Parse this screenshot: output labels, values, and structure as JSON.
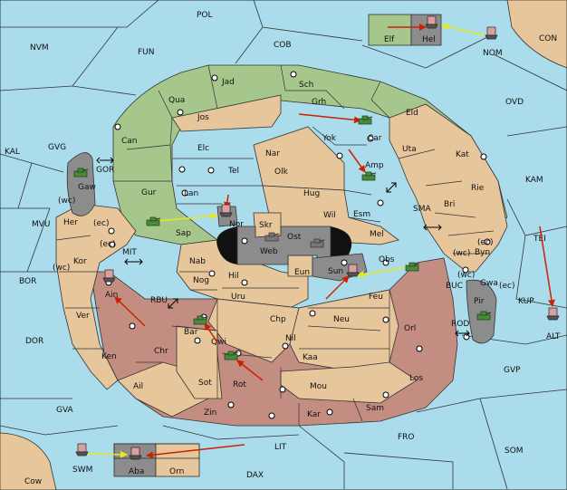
{
  "colors": {
    "sea": "#aadcec",
    "green": "#a6c78c",
    "tan": "#e6c69a",
    "red": "#c48d82",
    "gray": "#8c8c8c",
    "black": "#111111",
    "move_arrow": "#cc2200",
    "support_arrow": "#e8e820"
  },
  "regions": {
    "pol": "POL",
    "nvm": "NVM",
    "fun": "FUN",
    "cob": "COB",
    "con": "CON",
    "nom": "NOM",
    "ovd": "OVD",
    "kam": "KAM",
    "tei": "TEI",
    "kup": "KUP",
    "alt": "ALT",
    "gvp": "GVP",
    "som": "SOM",
    "fro": "FRO",
    "dax": "DAX",
    "lit": "LIT",
    "gva": "GVA",
    "cow": "Cow",
    "swm": "SWM",
    "dor": "DOR",
    "bor": "BOR",
    "mvu": "MVU",
    "kal": "KAL",
    "gvg": "GVG",
    "gor": "GOR",
    "mit": "MIT",
    "rbu": "RBU",
    "sma": "SMA",
    "buc": "BUC",
    "rod": "ROD",
    "elf": "Elf",
    "hel": "Hel",
    "jad": "Jad",
    "sch": "Sch",
    "qua": "Qua",
    "jos": "Jos",
    "grh": "Grh",
    "eld": "Eld",
    "can": "Can",
    "elc": "Elc",
    "nar": "Nar",
    "yok": "Yok",
    "car": "Car",
    "uta": "Uta",
    "kat": "Kat",
    "gaw": "Gaw",
    "tel": "Tel",
    "olk": "Olk",
    "amp": "Amp",
    "gur": "Gur",
    "lan": "Lan",
    "hug": "Hug",
    "rie": "Rie",
    "bri": "Bri",
    "wc1": "(wc)",
    "her": "Her",
    "ec1": "(ec)",
    "nor": "Nor",
    "wil": "Wil",
    "esm": "Esm",
    "sap": "Sap",
    "skr": "Skr",
    "ost": "Ost",
    "web": "Web",
    "mel": "Mel",
    "ec2": "(ec)",
    "wc2": "(wc)",
    "byn": "Byn",
    "ec3": "(ec)",
    "kor": "Kor",
    "ec4": "(ec)",
    "nab": "Nab",
    "obs": "Obs",
    "wc3": "(wc)",
    "eun": "Eun",
    "sun": "Sun",
    "wc4": "(wc)",
    "gwa": "Gwa",
    "ec5": "(ec)",
    "hil": "Hil",
    "nog": "Nog",
    "ain": "Ain",
    "uru": "Uru",
    "feu": "Feu",
    "pir": "Pir",
    "ver": "Ver",
    "chp": "Chp",
    "neu": "Neu",
    "orl": "Orl",
    "bar": "Bar",
    "qwi": "Qwi",
    "nil": "Nil",
    "ken": "Ken",
    "chr": "Chr",
    "kaa": "Kaa",
    "los": "Los",
    "ail": "Ail",
    "sot": "Sot",
    "rot": "Rot",
    "mou": "Mou",
    "zin": "Zin",
    "kar": "Kar",
    "sam": "Sam",
    "aba": "Aba",
    "orn": "Orn"
  }
}
